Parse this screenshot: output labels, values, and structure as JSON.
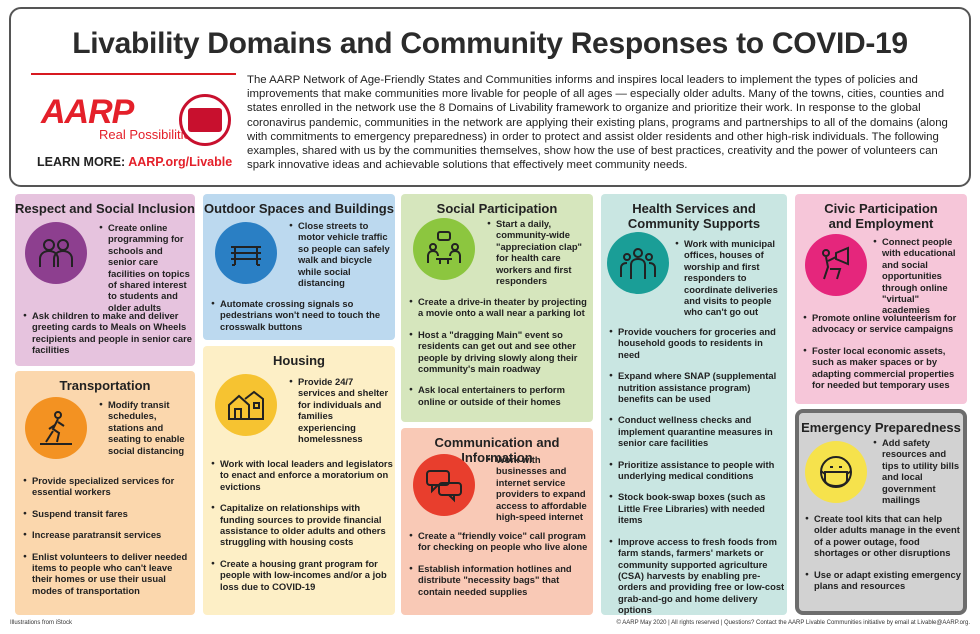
{
  "header": {
    "title": "Livability Domains and Community Responses to COVID-19",
    "logo_text": "AARP",
    "logo_subtext": "Real Possibilities",
    "learn_more_label": "LEARN MORE:",
    "learn_more_link": "AARP.org/Livable",
    "intro": "The AARP Network of Age-Friendly States and Communities informs and inspires local leaders to implement the types of policies and improvements that make communities more livable for people of all ages — especially older adults. Many of the towns, cities, counties and states enrolled in the network use the 8 Domains of Livability framework to organize and prioritize their work. In response to the global coronavirus pandemic, communities in the network are applying their existing plans, programs and partnerships to all of the domains (along with commitments to emergency preparedness) in order to protect and assist older residents and other high-risk individuals. The following examples, shared with us by the communities themselves, show how the use of best practices, creativity and the power of volunteers can spark innovative ideas and achievable solutions that effectively meet community needs."
  },
  "colors": {
    "respect": "#e6c3de",
    "transport": "#fbd7ad",
    "outdoor": "#bcd9ef",
    "housing": "#fdefc6",
    "social": "#d6e6bd",
    "communication": "#f9c9b6",
    "health": "#c9e6e2",
    "civic": "#f6c6d9",
    "emergency": "#d2d2d2"
  },
  "cards": {
    "respect": {
      "title": "Respect and Social Inclusion",
      "icon": "people-hug-icon",
      "lead": "Create online programming for schools and senior care facilities on topics of shared interest to students and older adults",
      "items": [
        "Ask children to make and deliver greeting cards to Meals on Wheels recipients and people in senior care facilities"
      ]
    },
    "transport": {
      "title": "Transportation",
      "icon": "crosswalk-icon",
      "lead": "Modify transit schedules, stations and seating to enable social distancing",
      "items": [
        "Provide specialized services for essential workers",
        "Suspend transit fares",
        "Increase paratransit services",
        "Enlist volunteers to deliver needed items to people who can't leave their homes or use their usual modes of transportation"
      ]
    },
    "outdoor": {
      "title": "Outdoor Spaces and Buildings",
      "icon": "bench-icon",
      "lead": "Close streets to motor vehicle traffic so people can safely walk and bicycle while social distancing",
      "items": [
        "Automate crossing signals so pedestrians won't need to touch the crosswalk buttons"
      ]
    },
    "housing": {
      "title": "Housing",
      "icon": "houses-icon",
      "lead": "Provide 24/7 services and shelter for individuals and families experiencing homelessness",
      "items": [
        "Work with local leaders and legislators to enact and enforce a moratorium on evictions",
        "Capitalize on relationships with funding sources to provide financial assistance to older adults and others struggling with housing costs",
        "Create a housing grant program for people with low-incomes and/or a job loss due to COVID-19"
      ]
    },
    "social": {
      "title": "Social Participation",
      "icon": "conversation-icon",
      "lead": "Start a daily, community-wide \"appreciation clap\" for health care workers and first responders",
      "items": [
        "Create a drive-in theater by projecting a movie onto a wall near a parking lot",
        "Host a \"dragging Main\" event so residents can get out and see other people by driving slowly along their community's main roadway",
        "Ask local entertainers to perform online or outside of their homes"
      ]
    },
    "communication": {
      "title": "Communication and Information",
      "icon": "chat-bubbles-icon",
      "lead": "Work with businesses and internet service providers to expand access to affordable high-speed internet",
      "items": [
        "Create a \"friendly voice\" call program for checking on people who live alone",
        "Establish information hotlines and distribute \"necessity bags\" that contain needed supplies"
      ]
    },
    "health": {
      "title": "Health Services and Community Supports",
      "icon": "health-workers-icon",
      "lead": "Work with municipal offices, houses of worship and first responders to coordinate deliveries and visits to people who can't go out",
      "items": [
        "Provide vouchers for groceries and household goods to residents in need",
        "Expand where SNAP (supplemental nutrition assistance program) benefits can be used",
        "Conduct wellness checks and implement quarantine measures in senior care facilities",
        "Prioritize assistance to people with underlying medical conditions",
        "Stock book-swap boxes (such as Little Free Libraries) with needed items",
        "Improve access to fresh foods from farm stands, farmers' markets or community supported agriculture (CSA) harvests by enabling pre-orders and providing free or low-cost grab-and-go and home delivery options"
      ]
    },
    "civic": {
      "title": "Civic Participation and Employment",
      "icon": "megaphone-icon",
      "lead": "Connect people with educational and social opportunities through online \"virtual\" academies",
      "items": [
        "Promote online volunteerism for advocacy or service campaigns",
        "Foster local economic assets, such as maker spaces or by adapting commercial properties for needed but temporary uses"
      ]
    },
    "emergency": {
      "title": "Emergency Preparedness",
      "icon": "face-mask-icon",
      "lead": "Add safety resources and tips to utility bills and local government mailings",
      "items": [
        "Create tool kits that can help older adults manage in the event of a power outage, food shortages or other disruptions",
        "Use or adapt existing emergency plans and resources"
      ]
    }
  },
  "credit": "Illustrations from iStock",
  "footer": "© AARP May 2020 | All rights reserved | Questions? Contact the AARP Livable Communities initiative by email at Livable@AARP.org."
}
